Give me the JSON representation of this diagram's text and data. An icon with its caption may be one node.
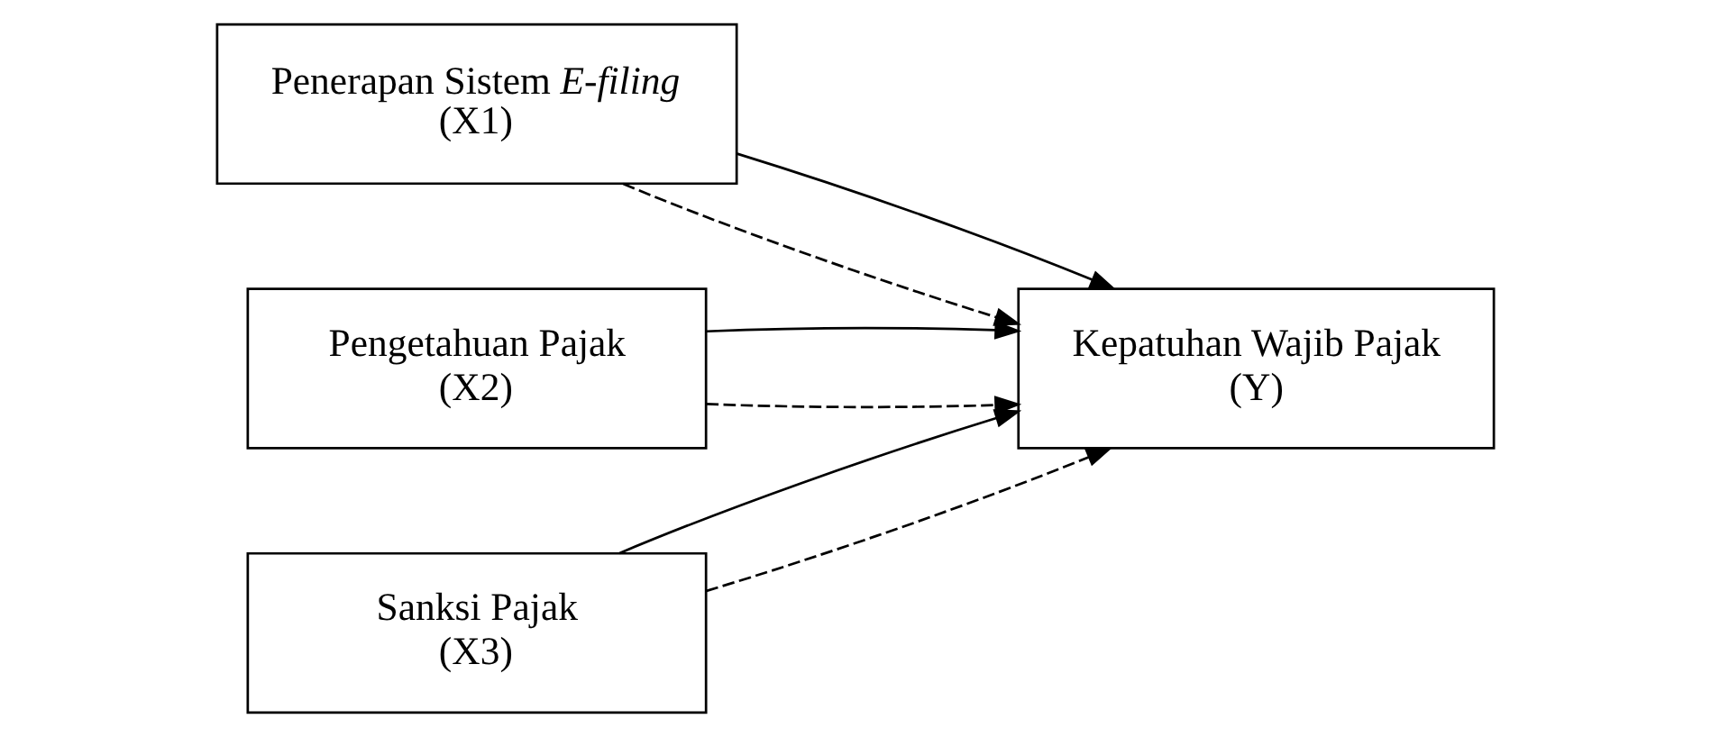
{
  "diagram": {
    "nodes": [
      {
        "text": [
          "Penerapan Sistem *E-filing*",
          "(X1)"
        ]
      },
      {
        "text": [
          "Pengetahuan Pajak",
          "(X2)"
        ]
      },
      {
        "text": [
          "Sanksi Pajak",
          "(X3)"
        ]
      },
      {
        "text": [
          "Kepatuhan Wajib Pajak",
          "(Y)"
        ]
      }
    ],
    "edges": [
      {
        "from": 0,
        "to": 3,
        "arrow": "to",
        "style": "dashed"
      },
      {
        "from": 1,
        "to": 3,
        "arrow": "to",
        "style": "dashed"
      },
      {
        "from": 2,
        "to": 3,
        "arrow": "to",
        "style": "dashed"
      },
      {
        "from": 0,
        "to": 3,
        "arrow": "to"
      },
      {
        "from": 1,
        "to": 3,
        "arrow": "to"
      },
      {
        "from": 2,
        "to": 3,
        "arrow": "to"
      }
    ]
  }
}
